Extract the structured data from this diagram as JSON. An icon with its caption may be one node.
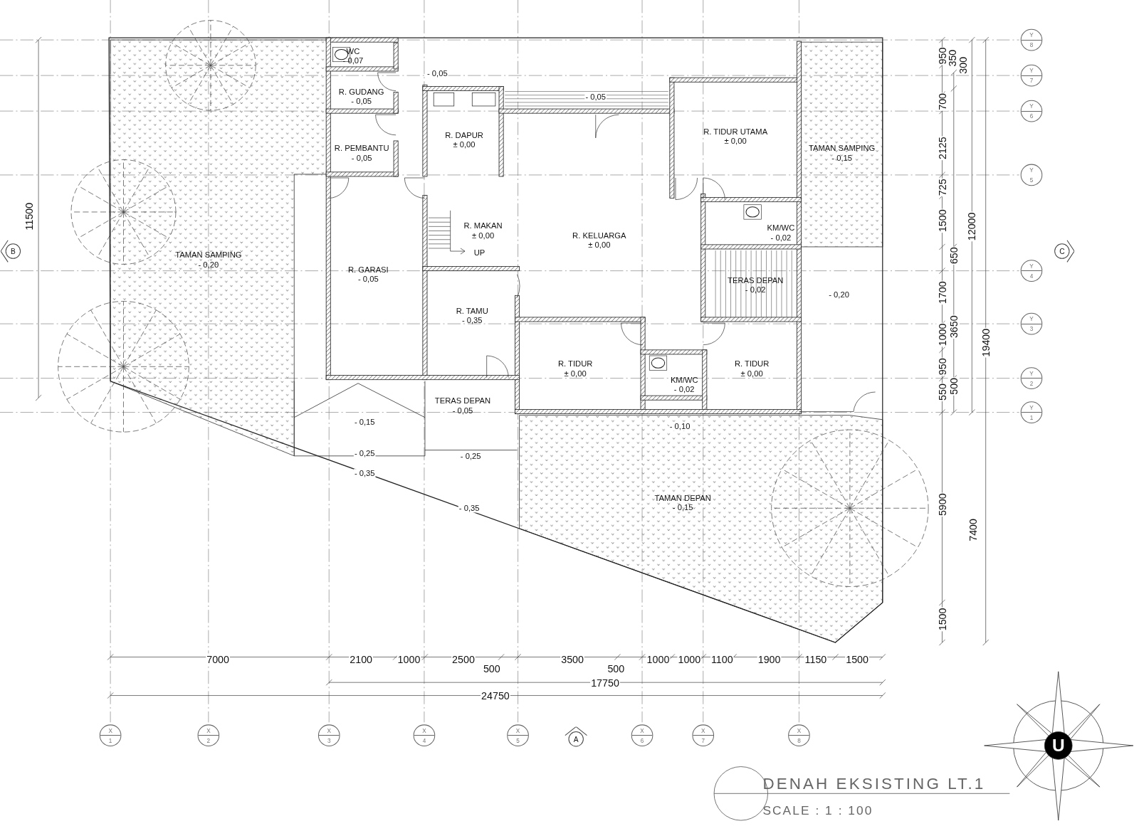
{
  "diagram": {
    "title": "DENAH EKSISTING LT.1",
    "nodes": [
      {
        "text": [
          "WC",
          "- 0,07"
        ]
      },
      {
        "text": [
          "R. GUDANG",
          "- 0,05"
        ]
      },
      {
        "text": [
          "R. DAPUR",
          "± 0,00"
        ]
      },
      {
        "text": [
          "R. TIDUR UTAMA",
          "± 0,00"
        ]
      },
      {
        "text": [
          "TAMAN SAMPING",
          "- 0,15"
        ]
      },
      {
        "text": [
          "R. PEMBANTU",
          "- 0,05"
        ]
      },
      {
        "text": [
          "R. MAKAN",
          "± 0,00"
        ]
      },
      {
        "text": [
          "R. KELUARGA",
          "± 0,00"
        ]
      },
      {
        "text": [
          "KM/WC",
          "- 0,02"
        ]
      },
      {
        "text": [
          "TAMAN SAMPING",
          "- 0,20"
        ]
      },
      {
        "text": [
          "R. GARASI",
          "- 0,05"
        ]
      },
      {
        "text": [
          "TERAS DEPAN",
          "- 0,02"
        ]
      },
      {
        "text": [
          "R. TAMU",
          "- 0,35"
        ]
      },
      {
        "text": [
          "R. TIDUR",
          "± 0,00"
        ]
      },
      {
        "text": [
          "R. TIDUR",
          "± 0,00"
        ]
      },
      {
        "text": [
          "KM/WC",
          "- 0,02"
        ]
      },
      {
        "text": [
          "TERAS DEPAN",
          "- 0,05"
        ]
      },
      {
        "text": [
          "TAMAN DEPAN",
          "- 0,15"
        ]
      },
      {
        "text": [
          "Y",
          "8"
        ]
      },
      {
        "text": [
          "Y",
          "7"
        ]
      },
      {
        "text": [
          "Y",
          "6"
        ]
      },
      {
        "text": [
          "Y",
          "5"
        ]
      },
      {
        "text": [
          "B"
        ]
      },
      {
        "text": [
          "C"
        ]
      },
      {
        "text": [
          "Y",
          "4"
        ]
      },
      {
        "text": [
          "Y",
          "3"
        ]
      },
      {
        "text": [
          "Y",
          "2"
        ]
      },
      {
        "text": [
          "Y",
          "1"
        ]
      },
      {
        "text": [
          "X",
          "1"
        ]
      },
      {
        "text": [
          "X",
          "2"
        ]
      },
      {
        "text": [
          "X",
          "3"
        ]
      },
      {
        "text": [
          "X",
          "4"
        ]
      },
      {
        "text": [
          "X",
          "5"
        ]
      },
      {
        "text": [
          "A"
        ]
      },
      {
        "text": [
          "X",
          "6"
        ]
      },
      {
        "text": [
          "X",
          "7"
        ]
      },
      {
        "text": [
          "X",
          "8"
        ]
      }
    ],
    "labels": [
      "950",
      "350",
      "300",
      "- 0,05",
      "- 0,05",
      "700",
      "2125",
      "725",
      "11500",
      "1500",
      "12000",
      "UP",
      "650",
      "1700",
      "- 0,20",
      "1000",
      "3650",
      "19400",
      "950",
      "550",
      "500",
      "- 0,15",
      "- 0,10",
      "- 0,25",
      "- 0,25",
      "- 0,35",
      "5900",
      "- 0,35",
      "7400",
      "1500",
      "7000",
      "2100",
      "1000",
      "2500",
      "3500",
      "1000",
      "1000",
      "1100",
      "1900",
      "1150",
      "1500",
      "500",
      "500",
      "17750",
      "24750",
      "U",
      "SCALE : 1 : 100"
    ]
  }
}
